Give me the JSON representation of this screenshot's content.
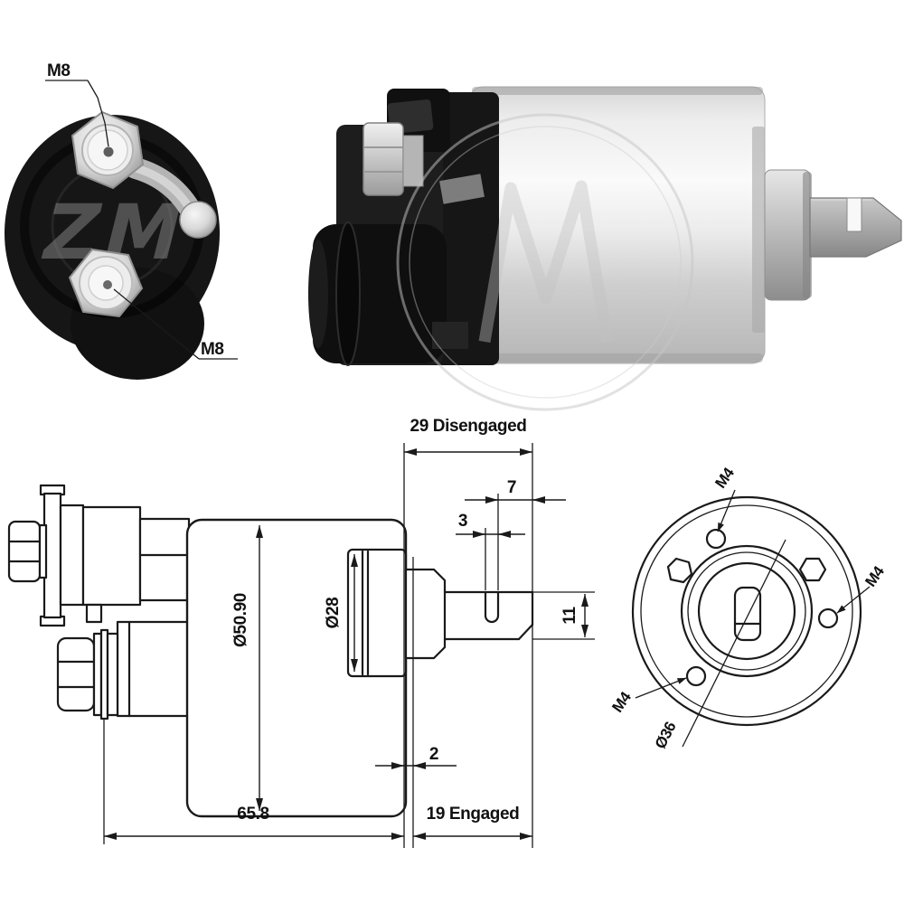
{
  "colors": {
    "background": "#ffffff",
    "line": "#1a1a1a",
    "text": "#111111",
    "photo_black": "#141414",
    "metal_light": "#fafafa",
    "metal_dark": "#b8b8b8",
    "watermark_gray": "#c6c6c6"
  },
  "front_photo": {
    "m8_top": "M8",
    "m8_bottom": "M8",
    "watermark": "ZM"
  },
  "side_photo": {
    "watermark": "M"
  },
  "drawing": {
    "disengaged": "29 Disengaged",
    "engaged": "19 Engaged",
    "overall_length": "65.8",
    "gap": "2",
    "body_diameter": "Ø50.90",
    "plunger_diameter": "Ø28",
    "slot_width": "3",
    "slot_to_end": "7",
    "fork_height": "11",
    "m4_top": "M4",
    "m4_right": "M4",
    "m4_bottom": "M4",
    "bolt_circle": "Ø36"
  }
}
